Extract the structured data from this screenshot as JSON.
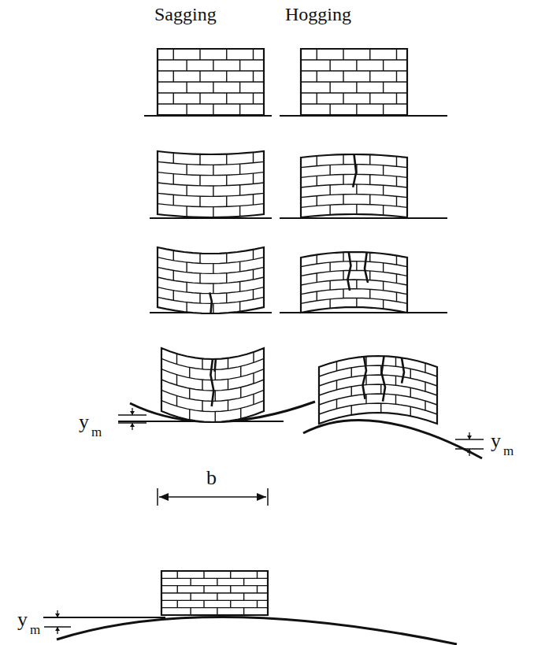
{
  "diagram": {
    "labels": [
      "Sagging",
      "Hogging",
      "y",
      "m",
      "y",
      "m",
      "b",
      "y",
      "m"
    ]
  }
}
